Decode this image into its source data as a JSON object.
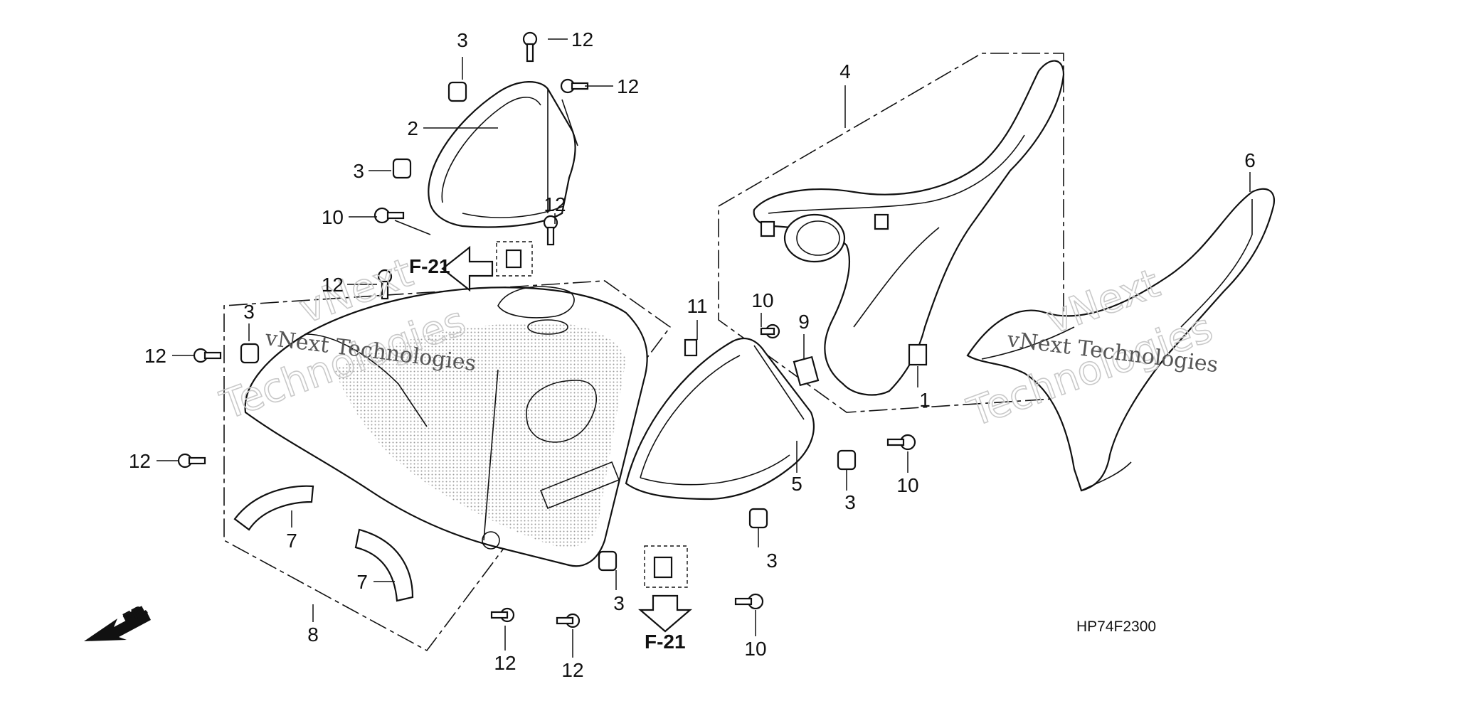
{
  "diagram": {
    "callouts": [
      {
        "id": "c-3-top",
        "text": "3"
      },
      {
        "id": "c-12-top",
        "text": "12"
      },
      {
        "id": "c-12-top-right",
        "text": "12"
      },
      {
        "id": "c-2",
        "text": "2"
      },
      {
        "id": "c-3-left",
        "text": "3"
      },
      {
        "id": "c-10-left",
        "text": "10"
      },
      {
        "id": "c-12-mid",
        "text": "12"
      },
      {
        "id": "c-12-tank-top",
        "text": "12"
      },
      {
        "id": "c-3-tank",
        "text": "3"
      },
      {
        "id": "c-12-tank-left",
        "text": "12"
      },
      {
        "id": "c-12-tank-lower",
        "text": "12"
      },
      {
        "id": "c-7-left",
        "text": "7"
      },
      {
        "id": "c-7-bottom",
        "text": "7"
      },
      {
        "id": "c-8",
        "text": "8"
      },
      {
        "id": "c-12-bottom-left",
        "text": "12"
      },
      {
        "id": "c-12-bottom-mid",
        "text": "12"
      },
      {
        "id": "c-3-bottom",
        "text": "3"
      },
      {
        "id": "c-11",
        "text": "11"
      },
      {
        "id": "c-10-center",
        "text": "10"
      },
      {
        "id": "c-5",
        "text": "5"
      },
      {
        "id": "c-3-center",
        "text": "3"
      },
      {
        "id": "c-10-right",
        "text": "10"
      },
      {
        "id": "c-3-lower",
        "text": "3"
      },
      {
        "id": "c-10-bottom",
        "text": "10"
      },
      {
        "id": "c-4",
        "text": "4"
      },
      {
        "id": "c-9",
        "text": "9"
      },
      {
        "id": "c-1",
        "text": "1"
      },
      {
        "id": "c-6",
        "text": "6"
      }
    ],
    "references": [
      {
        "id": "ref-f21-left",
        "text": "F-21"
      },
      {
        "id": "ref-f21-bottom",
        "text": "F-21"
      }
    ],
    "front_marker": "FR.",
    "diagram_code": "HP74F2300",
    "watermark": {
      "line1": "vNext Technologies",
      "line2": "Technologies",
      "mark": "vNext"
    }
  }
}
